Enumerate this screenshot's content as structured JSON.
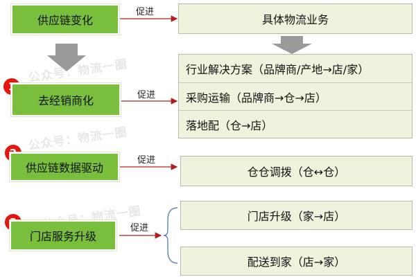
{
  "colors": {
    "green": "#79be3d",
    "light": "#eef3dd",
    "arrow": "#b01e1e",
    "badge": "#e8140f",
    "bigArrow": "#9a9a9a"
  },
  "watermark": "公众号：物流一圈",
  "rows": [
    {
      "label": "供应链变化",
      "link": "促进",
      "targets": [
        "具体物流业务"
      ]
    },
    {
      "badge": "1",
      "label": "去经销商化",
      "link": "促进",
      "targets": [
        "行业解决方案（品牌商/产地→店/家）",
        "采购运输（品牌商→仓→店）",
        "落地配（仓→店）"
      ]
    },
    {
      "badge": "2",
      "label": "供应链数据驱动",
      "link": "促进",
      "targets": [
        "仓仓调拨（仓↔仓）"
      ]
    },
    {
      "badge": "3",
      "label": "门店服务升级",
      "link": "促进",
      "targets": [
        "门店升级（家→店）",
        "配送到家（店→家）"
      ]
    }
  ]
}
